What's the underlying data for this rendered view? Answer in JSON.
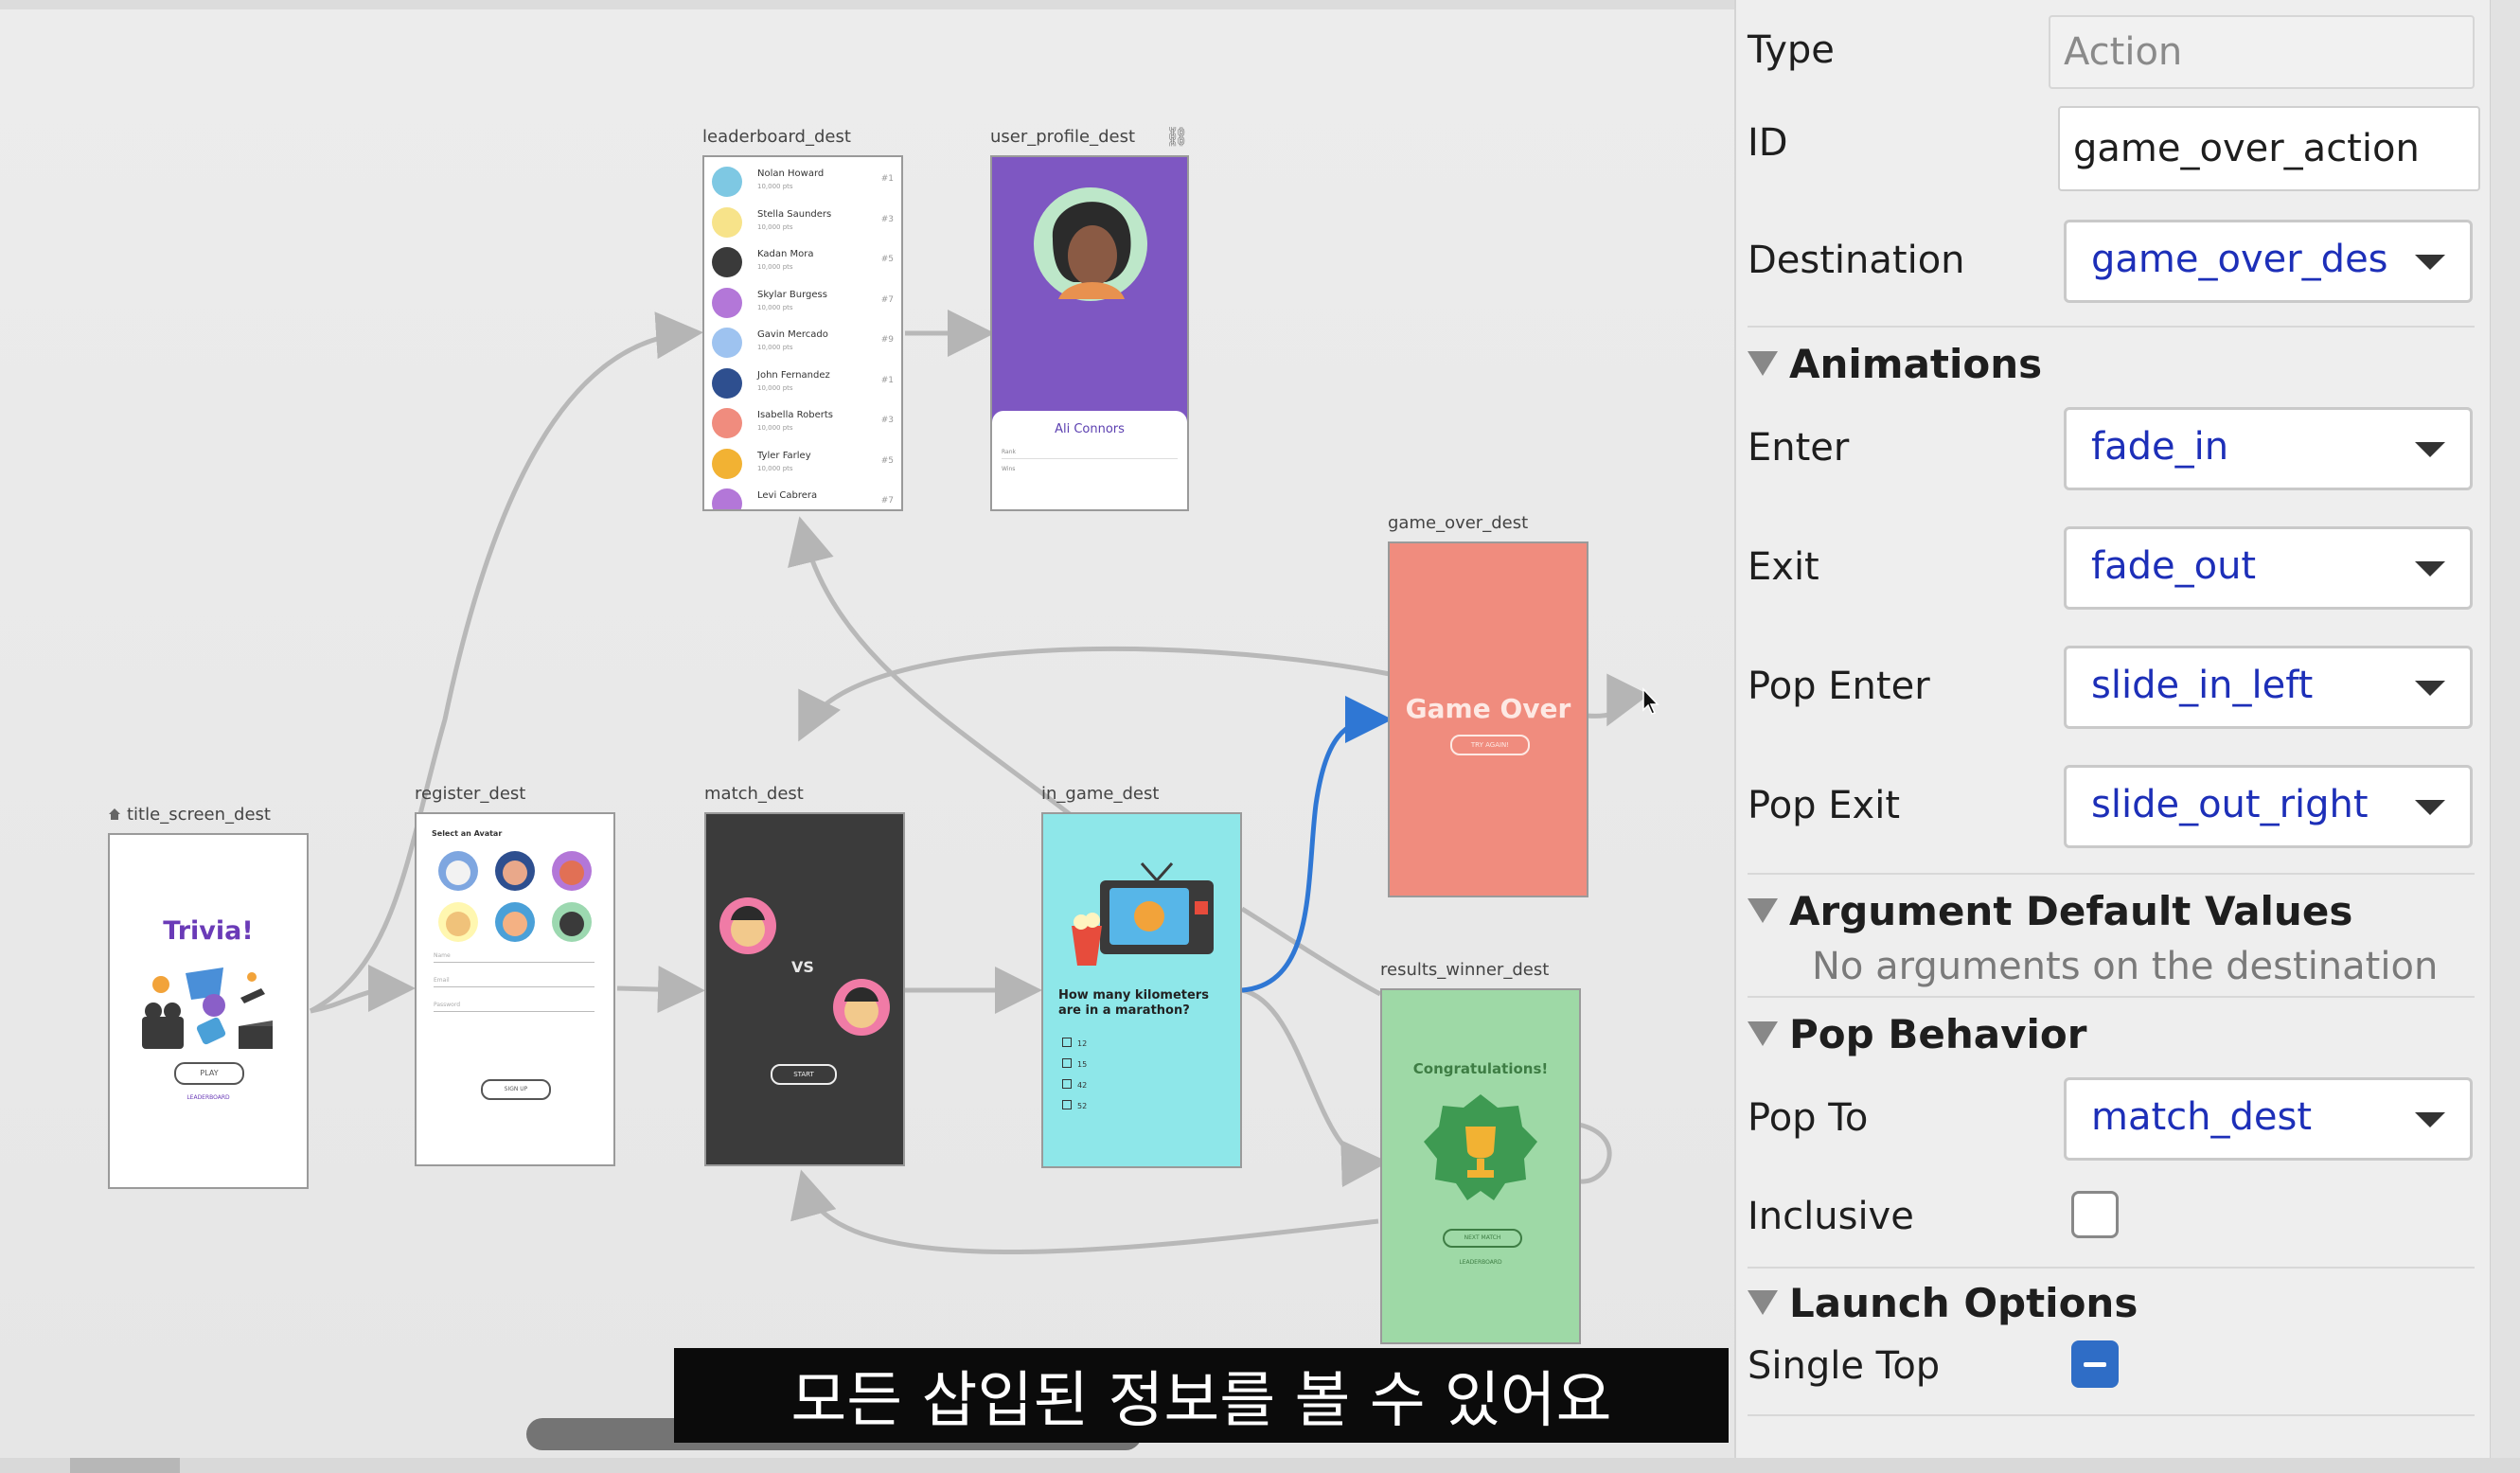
{
  "graph": {
    "destinations": {
      "leaderboard": {
        "label": "leaderboard_dest",
        "entries": [
          {
            "name": "Nolan Howard",
            "points": "10,000 pts",
            "rank": "#1"
          },
          {
            "name": "Stella Saunders",
            "points": "10,000 pts",
            "rank": "#3"
          },
          {
            "name": "Kadan Mora",
            "points": "10,000 pts",
            "rank": "#5"
          },
          {
            "name": "Skylar Burgess",
            "points": "10,000 pts",
            "rank": "#7"
          },
          {
            "name": "Gavin Mercado",
            "points": "10,000 pts",
            "rank": "#9"
          },
          {
            "name": "John Fernandez",
            "points": "10,000 pts",
            "rank": "#1"
          },
          {
            "name": "Isabella Roberts",
            "points": "10,000 pts",
            "rank": "#3"
          },
          {
            "name": "Tyler Farley",
            "points": "10,000 pts",
            "rank": "#5"
          },
          {
            "name": "Levi Cabrera",
            "points": "",
            "rank": "#7"
          }
        ]
      },
      "user_profile": {
        "label": "user_profile_dest",
        "name": "Ali Connors",
        "row1": "Rank",
        "row2": "Wins"
      },
      "game_over": {
        "label": "game_over_dest",
        "title": "Game Over",
        "button": "TRY AGAIN!"
      },
      "title_screen": {
        "label": "title_screen_dest",
        "title": "Trivia!",
        "play": "PLAY",
        "leaderboard": "LEADERBOARD"
      },
      "register": {
        "label": "register_dest",
        "heading": "Select an Avatar",
        "name_hint": "Name",
        "email_hint": "Email",
        "password_hint": "Password",
        "signup": "SIGN UP"
      },
      "match": {
        "label": "match_dest",
        "vs": "VS",
        "start": "START"
      },
      "in_game": {
        "label": "in_game_dest",
        "question": "How many kilometers are in a marathon?",
        "options": [
          "12",
          "15",
          "42",
          "52"
        ]
      },
      "results_winner": {
        "label": "results_winner_dest",
        "title": "Congratulations!",
        "next": "NEXT MATCH",
        "leaderboard": "LEADERBOARD"
      }
    }
  },
  "panel": {
    "type": {
      "label": "Type",
      "value": "Action"
    },
    "id": {
      "label": "ID",
      "value": "game_over_action"
    },
    "destination": {
      "label": "Destination",
      "value": "game_over_des"
    },
    "animations": {
      "title": "Animations",
      "enter": {
        "label": "Enter",
        "value": "fade_in"
      },
      "exit": {
        "label": "Exit",
        "value": "fade_out"
      },
      "pop_enter": {
        "label": "Pop Enter",
        "value": "slide_in_left"
      },
      "pop_exit": {
        "label": "Pop Exit",
        "value": "slide_out_right"
      }
    },
    "arguments": {
      "title": "Argument Default Values",
      "empty": "No arguments on the destination"
    },
    "pop_behavior": {
      "title": "Pop Behavior",
      "pop_to": {
        "label": "Pop To",
        "value": "match_dest"
      },
      "inclusive": {
        "label": "Inclusive",
        "checked": false
      }
    },
    "launch_options": {
      "title": "Launch Options",
      "single_top": {
        "label": "Single Top",
        "state": "indeterminate"
      }
    }
  },
  "subtitle": "모든 삽입된 정보를 볼 수 있어요",
  "colors": {
    "game_over_bg": "#f08c7e",
    "results_bg": "#9ed9a6",
    "in_game_bg": "#8ee7e9",
    "match_bg": "#3b3b3b",
    "profile_bg": "#7e57c2",
    "selected_arrow": "#2f77d4",
    "dropdown_text": "#1d2fb8"
  }
}
